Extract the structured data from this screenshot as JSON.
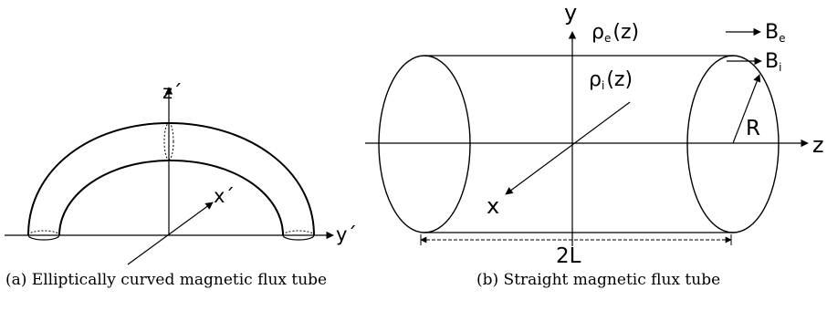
{
  "panel_a": {
    "labels": {
      "z_axis": "z´",
      "x_axis": "x´",
      "y_axis": "y´"
    },
    "caption": "(a) Elliptically curved magnetic flux tube"
  },
  "panel_b": {
    "labels": {
      "y_axis": "y",
      "z_axis": "z",
      "x_axis": "x",
      "rho_e": "ρ",
      "rho_e_sub": "e",
      "rho_e_arg": "(z)",
      "rho_i": "ρ",
      "rho_i_sub": "i",
      "rho_i_arg": "(z)",
      "b_e": "B",
      "b_e_sub": "e",
      "b_i": "B",
      "b_i_sub": "i",
      "radius": "R",
      "length": "2L"
    },
    "caption": "(b) Straight magnetic flux tube"
  }
}
